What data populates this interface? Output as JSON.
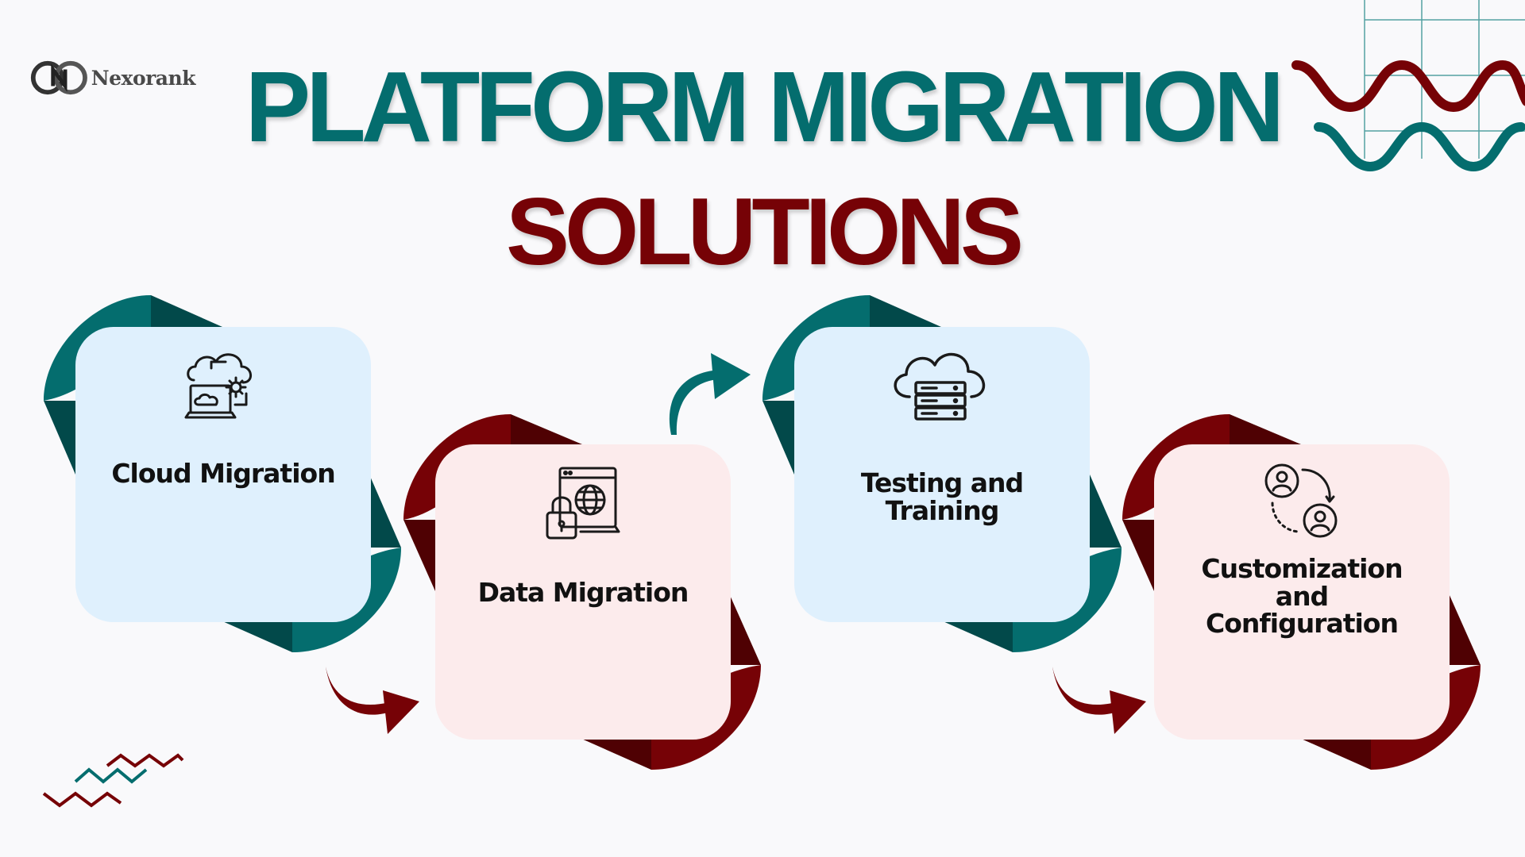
{
  "logo": {
    "text": "Nexorank"
  },
  "title": {
    "line1": "PLATFORM MIGRATION",
    "line2": "SOLUTIONS"
  },
  "steps": [
    {
      "label": "Cloud Migration",
      "icon": "cloud-laptop-gear-icon",
      "theme": "teal"
    },
    {
      "label": "Data Migration",
      "icon": "browser-globe-lock-icon",
      "theme": "red"
    },
    {
      "label": "Testing and\nTraining",
      "icon": "cloud-server-icon",
      "theme": "teal"
    },
    {
      "label": "Customization\nand\nConfiguration",
      "icon": "user-exchange-icon",
      "theme": "red"
    }
  ],
  "colors": {
    "teal": "#046d6e",
    "dark_teal": "#02494a",
    "red": "#760206",
    "dark_red": "#4f0103",
    "card_teal_bg": "#dff0fd",
    "card_red_bg": "#fcebec",
    "background": "#f9f9fb"
  }
}
